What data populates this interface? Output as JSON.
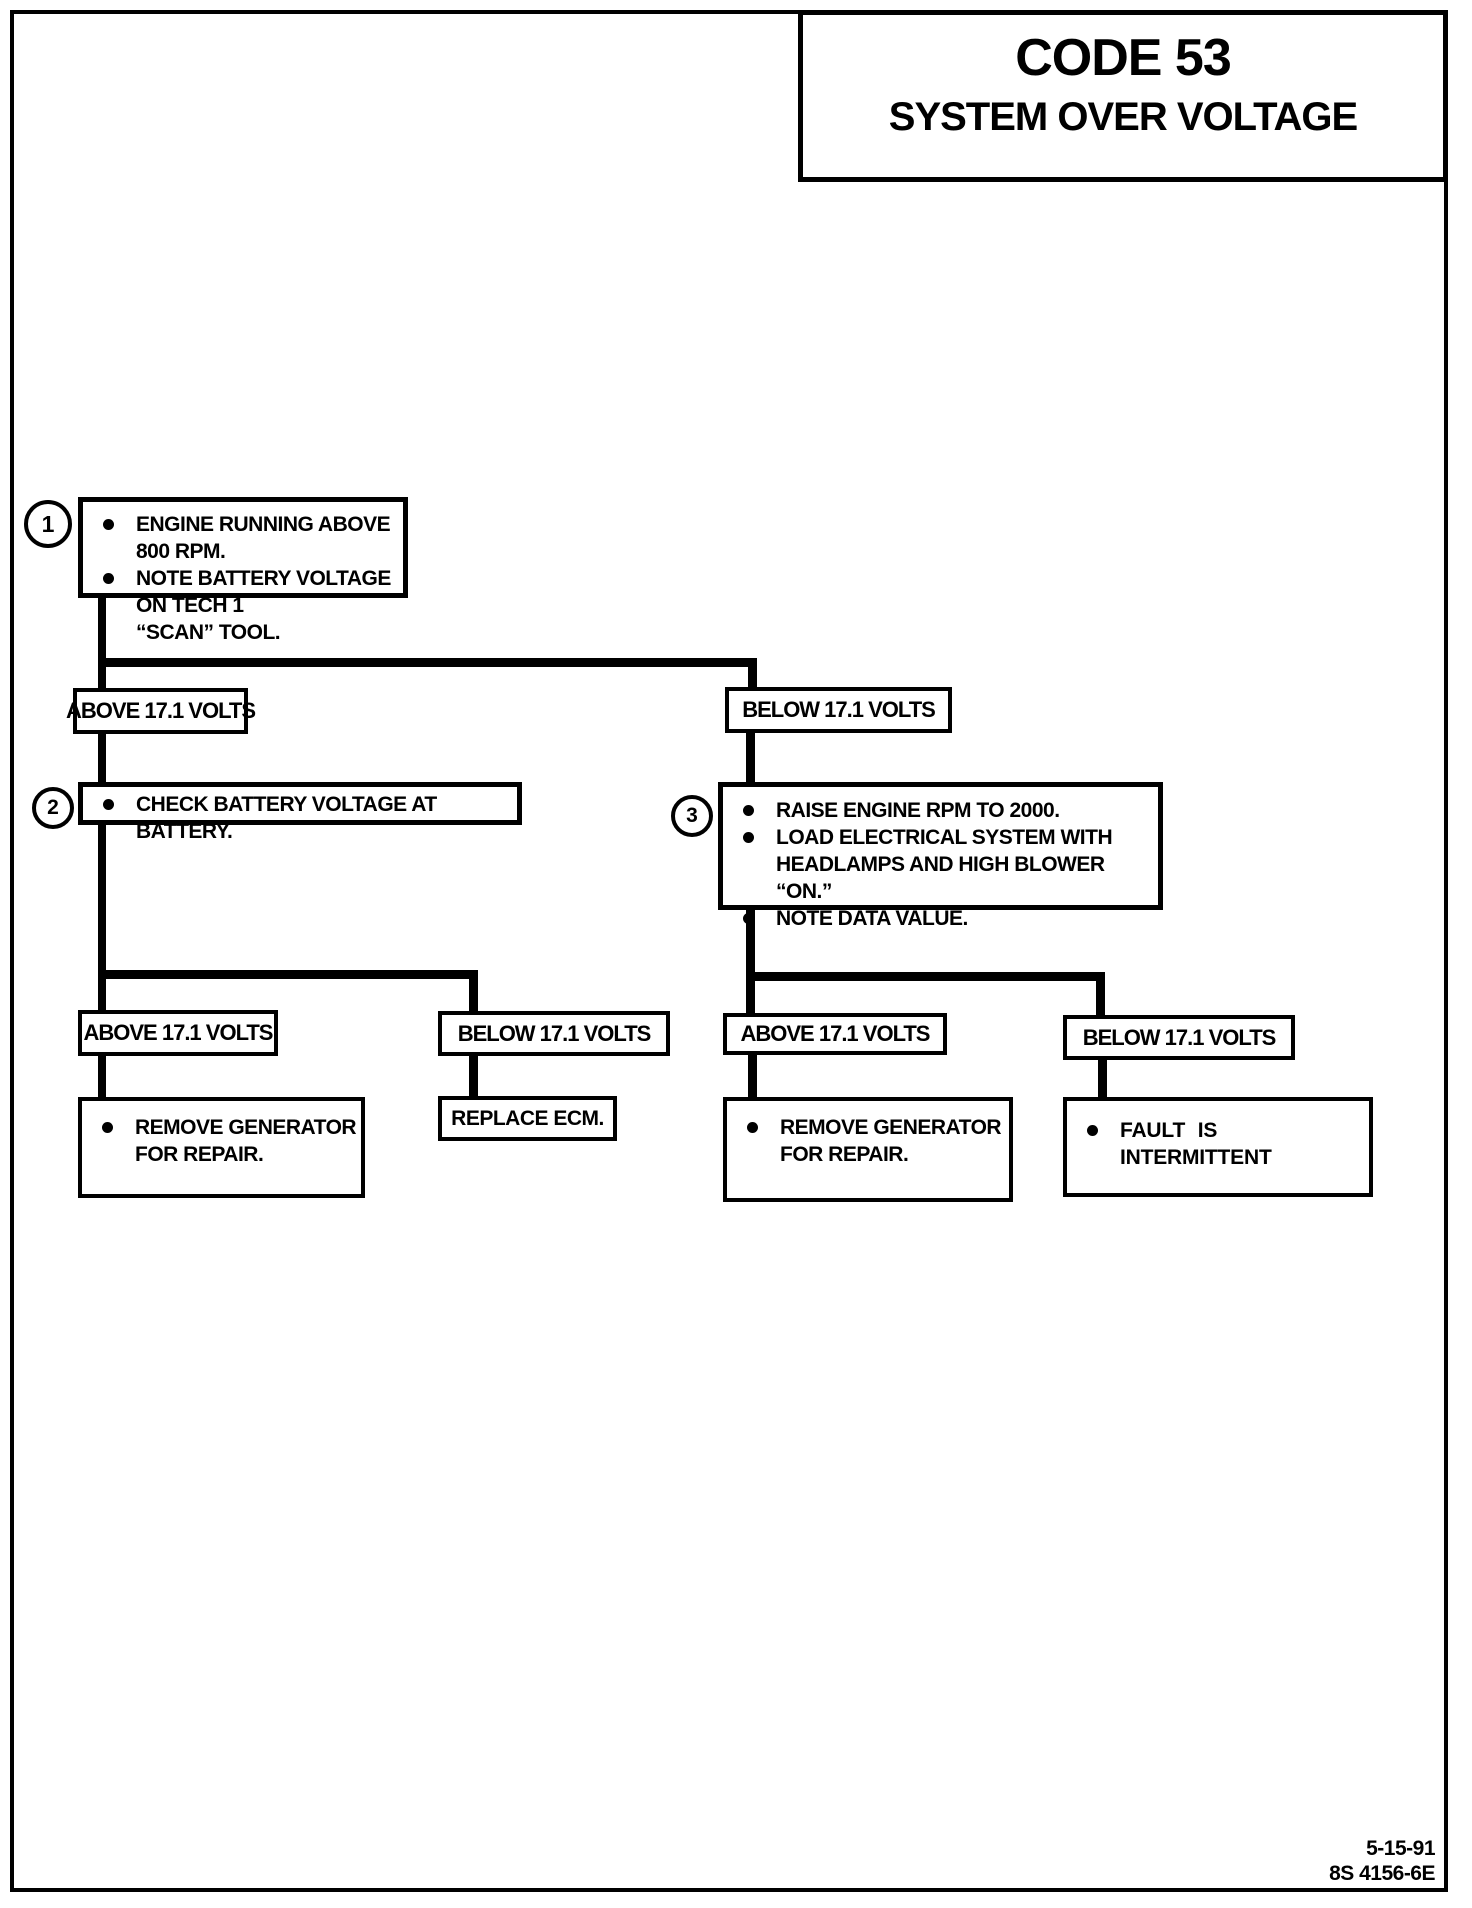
{
  "colors": {
    "ink": "#000000",
    "paper": "#ffffff"
  },
  "title": {
    "code": "CODE 53",
    "subtitle": "SYSTEM OVER VOLTAGE"
  },
  "footer": {
    "date": "5-15-91",
    "doc_number": "8S 4156-6E"
  },
  "flow": {
    "step1": {
      "number": "1",
      "bullet1_line1": "ENGINE RUNNING ABOVE 800 RPM.",
      "bullet2_line1": "NOTE BATTERY VOLTAGE ON TECH 1",
      "bullet2_line2": "“SCAN” TOOL."
    },
    "level1": {
      "above": "ABOVE 17.1 VOLTS",
      "below": "BELOW 17.1 VOLTS"
    },
    "step2": {
      "number": "2",
      "bullet1": "CHECK BATTERY VOLTAGE AT BATTERY."
    },
    "step3": {
      "number": "3",
      "bullet1": "RAISE ENGINE RPM TO 2000.",
      "bullet2_line1": "LOAD ELECTRICAL SYSTEM WITH",
      "bullet2_line2": "HEADLAMPS AND HIGH BLOWER “ON.”",
      "bullet3": "NOTE DATA VALUE."
    },
    "left_branch": {
      "above": "ABOVE 17.1 VOLTS",
      "below": "BELOW 17.1 VOLTS",
      "above_action_line1": "REMOVE GENERATOR",
      "above_action_line2": "FOR REPAIR.",
      "below_action": "REPLACE ECM."
    },
    "right_branch": {
      "above": "ABOVE 17.1 VOLTS",
      "below": "BELOW 17.1 VOLTS",
      "above_action_line1": "REMOVE GENERATOR",
      "above_action_line2": "FOR REPAIR.",
      "below_action": "FAULT IS INTERMITTENT"
    }
  }
}
